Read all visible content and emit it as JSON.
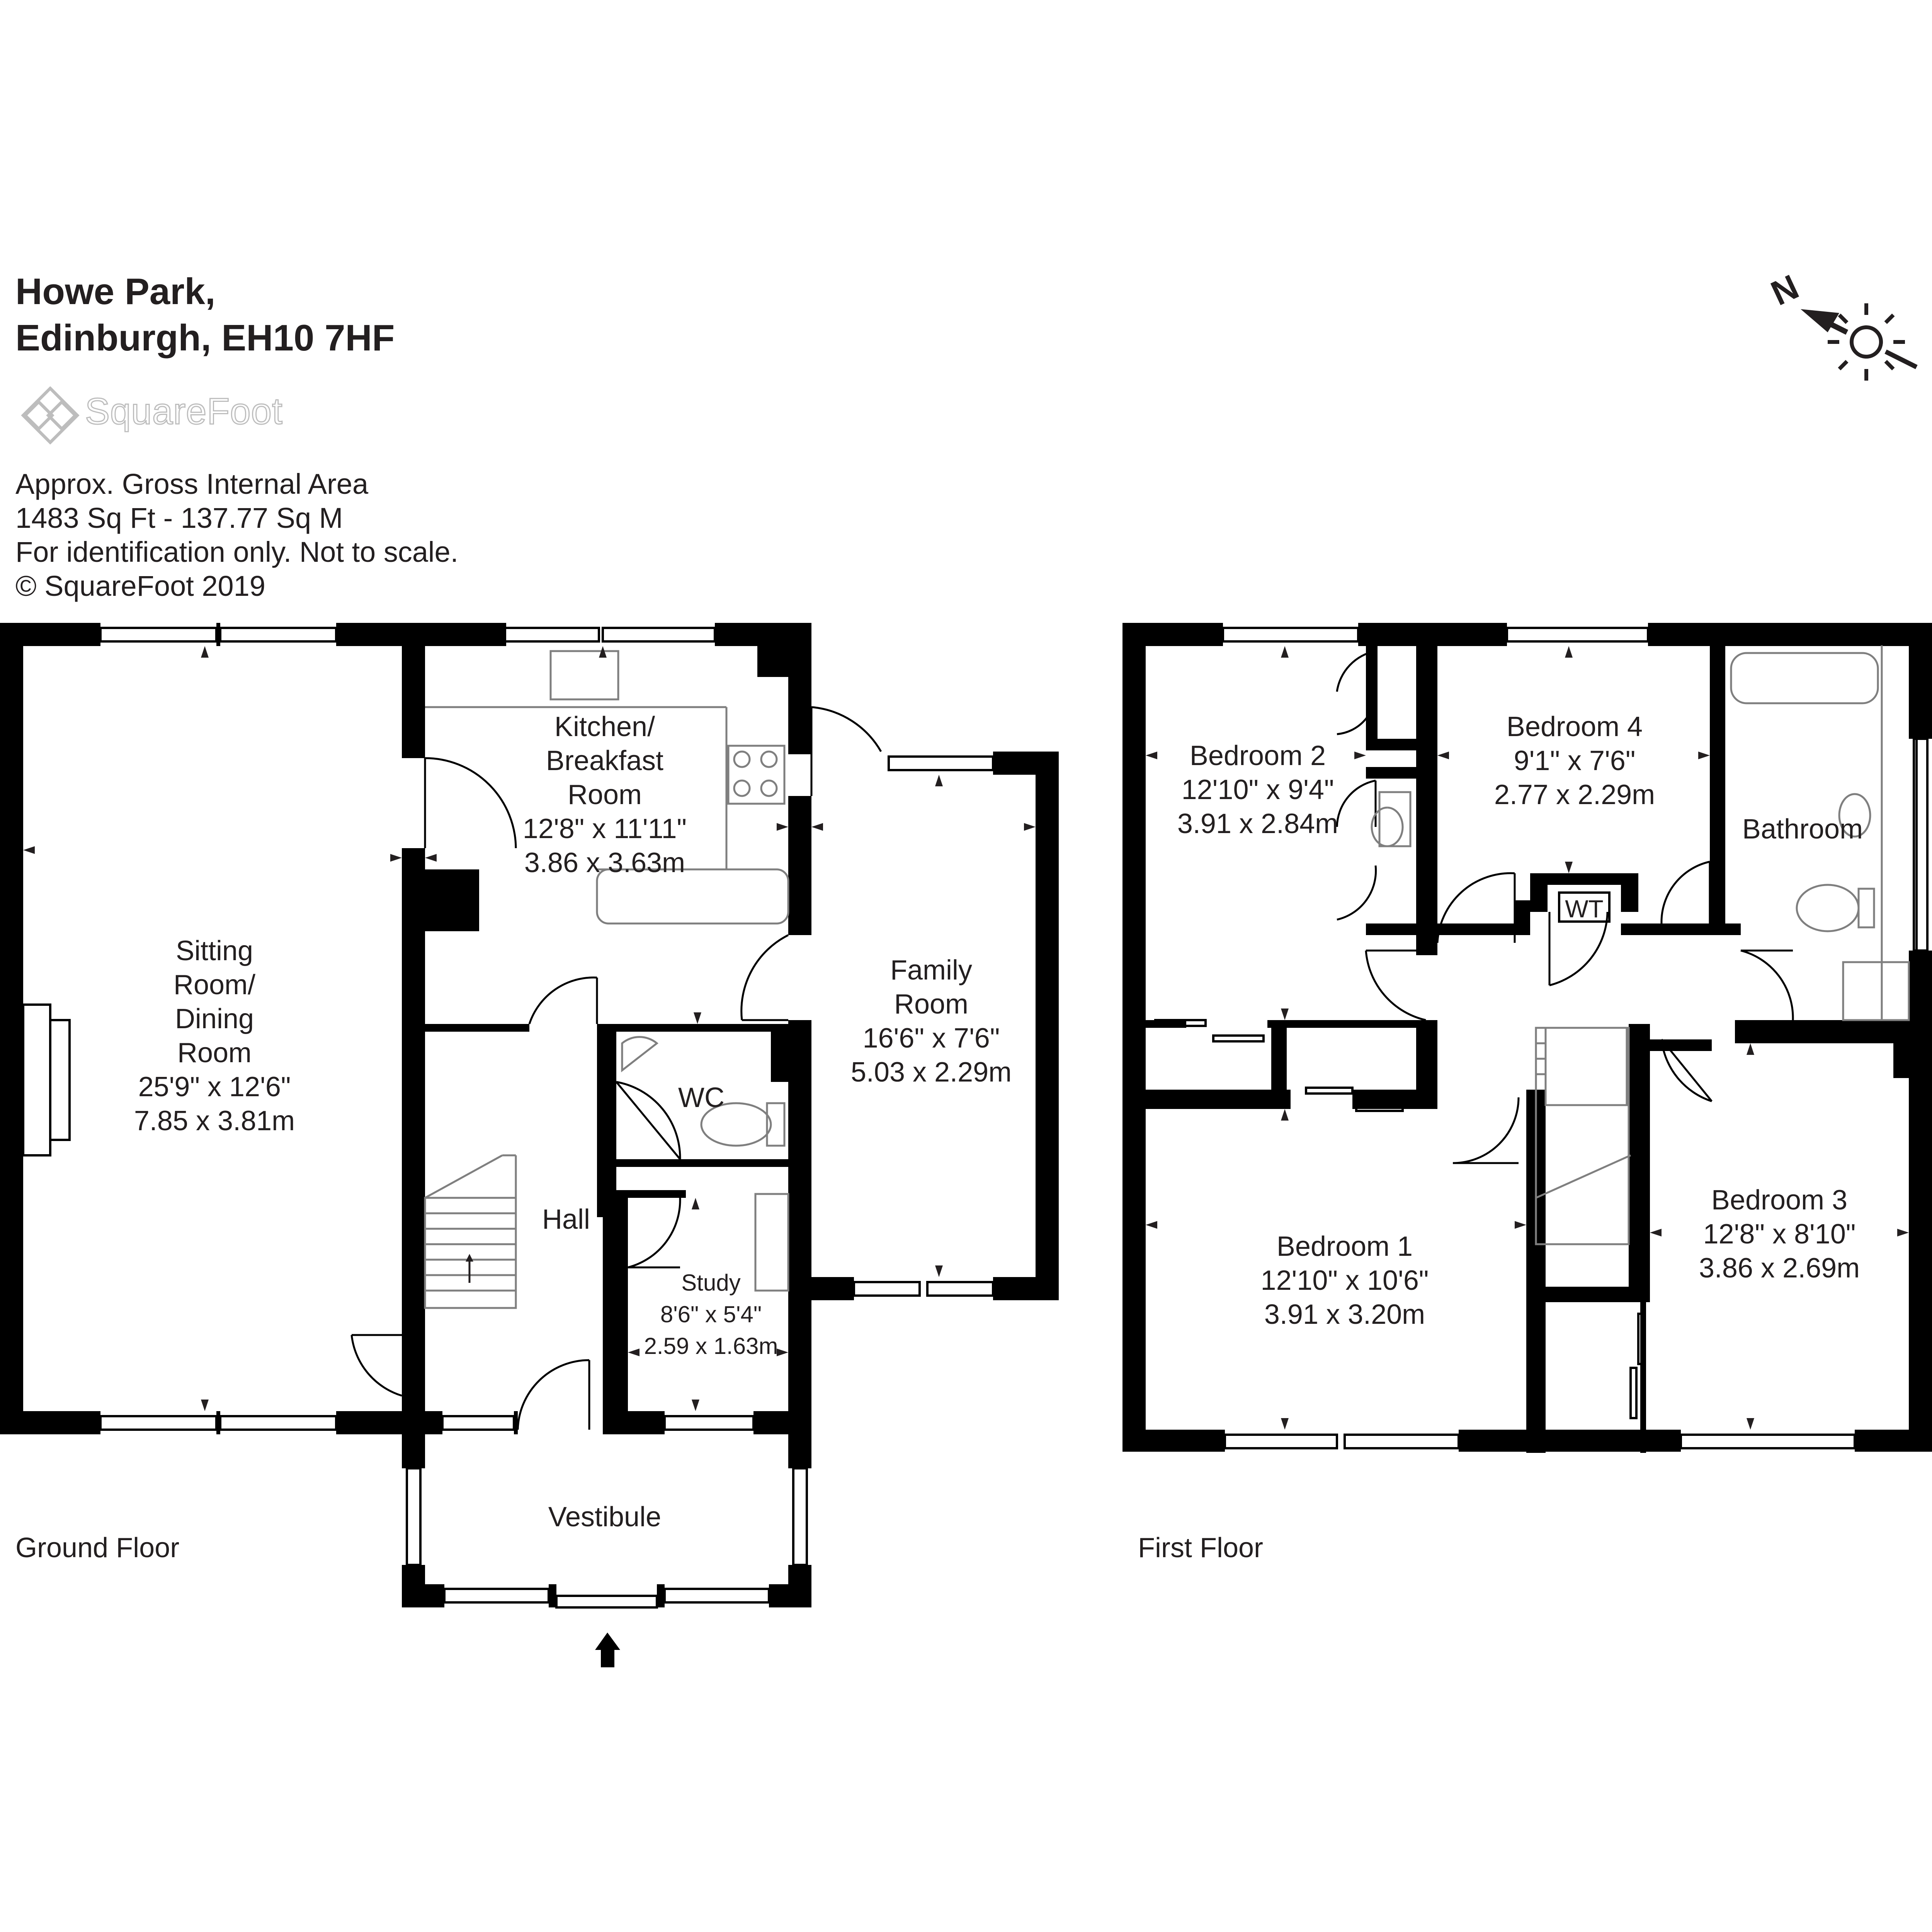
{
  "header": {
    "address_line1": "Howe Park,",
    "address_line2": "Edinburgh, EH10 7HF",
    "brand": "SquareFoot"
  },
  "info": {
    "line1": "Approx. Gross Internal Area",
    "line2": "1483 Sq Ft  -  137.77 Sq M",
    "line3": "For identification only. Not to scale.",
    "line4": "© SquareFoot 2019"
  },
  "compass": {
    "label": "N"
  },
  "floors": {
    "ground": {
      "label": "Ground Floor",
      "rooms": {
        "sitting": {
          "l1": "Sitting",
          "l2": "Room/",
          "l3": "Dining",
          "l4": "Room",
          "imperial": "25'9\" x 12'6\"",
          "metric": "7.85 x 3.81m"
        },
        "kitchen": {
          "l1": "Kitchen/",
          "l2": "Breakfast",
          "l3": "Room",
          "imperial": "12'8\" x 11'11\"",
          "metric": "3.86 x 3.63m"
        },
        "family": {
          "l1": "Family",
          "l2": "Room",
          "imperial": "16'6\" x 7'6\"",
          "metric": "5.03 x 2.29m"
        },
        "wc": {
          "name": "WC"
        },
        "hall": {
          "name": "Hall"
        },
        "study": {
          "name": "Study",
          "imperial": "8'6\" x 5'4\"",
          "metric": "2.59 x 1.63m"
        },
        "vestibule": {
          "name": "Vestibule"
        }
      }
    },
    "first": {
      "label": "First Floor",
      "rooms": {
        "bedroom2": {
          "name": "Bedroom 2",
          "imperial": "12'10\" x 9'4\"",
          "metric": "3.91 x 2.84m"
        },
        "bedroom4": {
          "name": "Bedroom 4",
          "imperial": "9'1\" x 7'6\"",
          "metric": "2.77 x 2.29m"
        },
        "bathroom": {
          "name": "Bathroom"
        },
        "wt": {
          "name": "WT"
        },
        "bedroom1": {
          "name": "Bedroom 1",
          "imperial": "12'10\" x 10'6\"",
          "metric": "3.91 x 3.20m"
        },
        "bedroom3": {
          "name": "Bedroom 3",
          "imperial": "12'8\" x 8'10\"",
          "metric": "3.86 x 2.69m"
        }
      }
    }
  },
  "colors": {
    "wall": "#000000",
    "text": "#231f20",
    "fixture": "#7f7f7f",
    "logo": "#bdbdbd"
  }
}
